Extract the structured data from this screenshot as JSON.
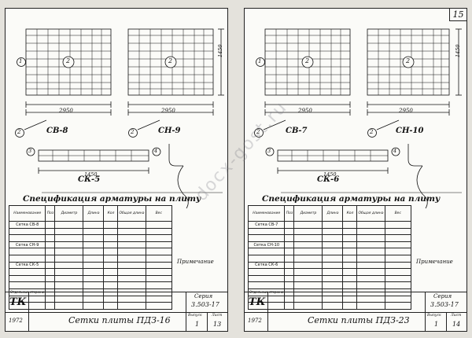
{
  "sheets": [
    {
      "mesh_marks": [
        "СВ-8",
        "СН-9",
        "СК-5"
      ],
      "mesh_labels": [
        "1",
        "2",
        "3",
        "4"
      ],
      "dims": {
        "width_a": "2950",
        "width_b": "2950",
        "side_a": "1450",
        "sk_width": "1450"
      },
      "spec_title": "Спецификация арматуры на плиту",
      "spec_table": {
        "headers": [
          "Наименование",
          "Поз",
          "Диаметр",
          "Длина",
          "Кол",
          "Общая длина",
          "Вес"
        ],
        "rows": [
          [
            "Сетка СВ-8",
            "",
            "",
            "",
            "",
            "",
            ""
          ],
          [
            "",
            "",
            "",
            "",
            "",
            "",
            ""
          ],
          [
            "",
            "",
            "",
            "",
            "",
            "",
            ""
          ],
          [
            "Сетка СН-9",
            "",
            "",
            "",
            "",
            "",
            ""
          ],
          [
            "",
            "",
            "",
            "",
            "",
            "",
            ""
          ],
          [
            "",
            "",
            "",
            "",
            "",
            "",
            ""
          ],
          [
            "Сетка СК-5",
            "",
            "",
            "",
            "",
            "",
            ""
          ],
          [
            "",
            "",
            "",
            "",
            "",
            "",
            ""
          ],
          [
            "",
            "",
            "",
            "",
            "",
            "",
            ""
          ],
          [
            "",
            "",
            "",
            "",
            "",
            "",
            ""
          ],
          [
            "Отдельные стержни",
            "",
            "",
            "",
            "",
            "",
            ""
          ],
          [
            "",
            "",
            "",
            "",
            "",
            "",
            ""
          ],
          [
            "",
            "",
            "",
            "",
            "",
            "",
            ""
          ]
        ]
      },
      "note": "Примечание",
      "title_block": {
        "org": "ТК",
        "series_label": "Серия",
        "series": "3.503-17",
        "year": "1972",
        "title": "Сетки плиты ПДЗ-16",
        "issue_label": "Выпуск",
        "issue": "1",
        "sheet_label": "Лист",
        "sheet": "13"
      }
    },
    {
      "mesh_marks": [
        "СВ-7",
        "СН-10",
        "СК-6"
      ],
      "mesh_labels": [
        "1",
        "2",
        "3",
        "4"
      ],
      "dims": {
        "width_a": "2950",
        "width_b": "2950",
        "side_a": "1450",
        "sk_width": "1450"
      },
      "spec_title": "Спецификация арматуры на плиту",
      "spec_table": {
        "headers": [
          "Наименование",
          "Поз",
          "Диаметр",
          "Длина",
          "Кол",
          "Общая длина",
          "Вес"
        ],
        "rows": [
          [
            "Сетка СВ-7",
            "",
            "",
            "",
            "",
            "",
            ""
          ],
          [
            "",
            "",
            "",
            "",
            "",
            "",
            ""
          ],
          [
            "",
            "",
            "",
            "",
            "",
            "",
            ""
          ],
          [
            "Сетка СН-10",
            "",
            "",
            "",
            "",
            "",
            ""
          ],
          [
            "",
            "",
            "",
            "",
            "",
            "",
            ""
          ],
          [
            "",
            "",
            "",
            "",
            "",
            "",
            ""
          ],
          [
            "Сетка СК-6",
            "",
            "",
            "",
            "",
            "",
            ""
          ],
          [
            "",
            "",
            "",
            "",
            "",
            "",
            ""
          ],
          [
            "",
            "",
            "",
            "",
            "",
            "",
            ""
          ],
          [
            "",
            "",
            "",
            "",
            "",
            "",
            ""
          ],
          [
            "Отдельные стержни",
            "",
            "",
            "",
            "",
            "",
            ""
          ],
          [
            "",
            "",
            "",
            "",
            "",
            "",
            ""
          ],
          [
            "",
            "",
            "",
            "",
            "",
            "",
            ""
          ]
        ]
      },
      "note": "Примечание",
      "title_block": {
        "org": "ТК",
        "series_label": "Серия",
        "series": "3.503-17",
        "year": "1972",
        "title": "Сетки плиты ПДЗ-23",
        "issue_label": "Выпуск",
        "issue": "1",
        "sheet_label": "Лист",
        "sheet": "14"
      },
      "page_number": "15"
    }
  ],
  "watermark": "docx-gost.ru"
}
